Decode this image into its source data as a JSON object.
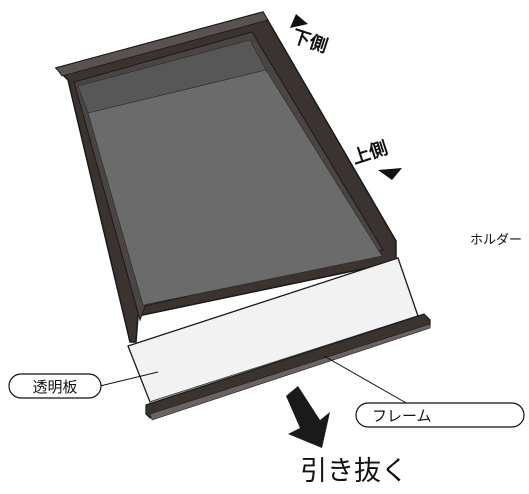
{
  "labels": {
    "bottom_side": "下側",
    "top_side": "上側",
    "holder": "ホルダー",
    "transparent_plate": "透明板",
    "frame": "フレーム",
    "pull_out": "引き抜く"
  },
  "icons": {
    "bottom_side_arrow": "triangle-up-icon",
    "top_side_arrow": "triangle-down-icon",
    "pull_out_arrow": "arrow-down-right-icon"
  },
  "colors": {
    "outline": "#1a1a1a",
    "frame_dark": "#3a3330",
    "frame_inner": "#4a4443",
    "screen": "#6b6b6b",
    "screen_top": "#575757",
    "plate": "#f2f2f2",
    "frame_strip": "#6a6361"
  }
}
